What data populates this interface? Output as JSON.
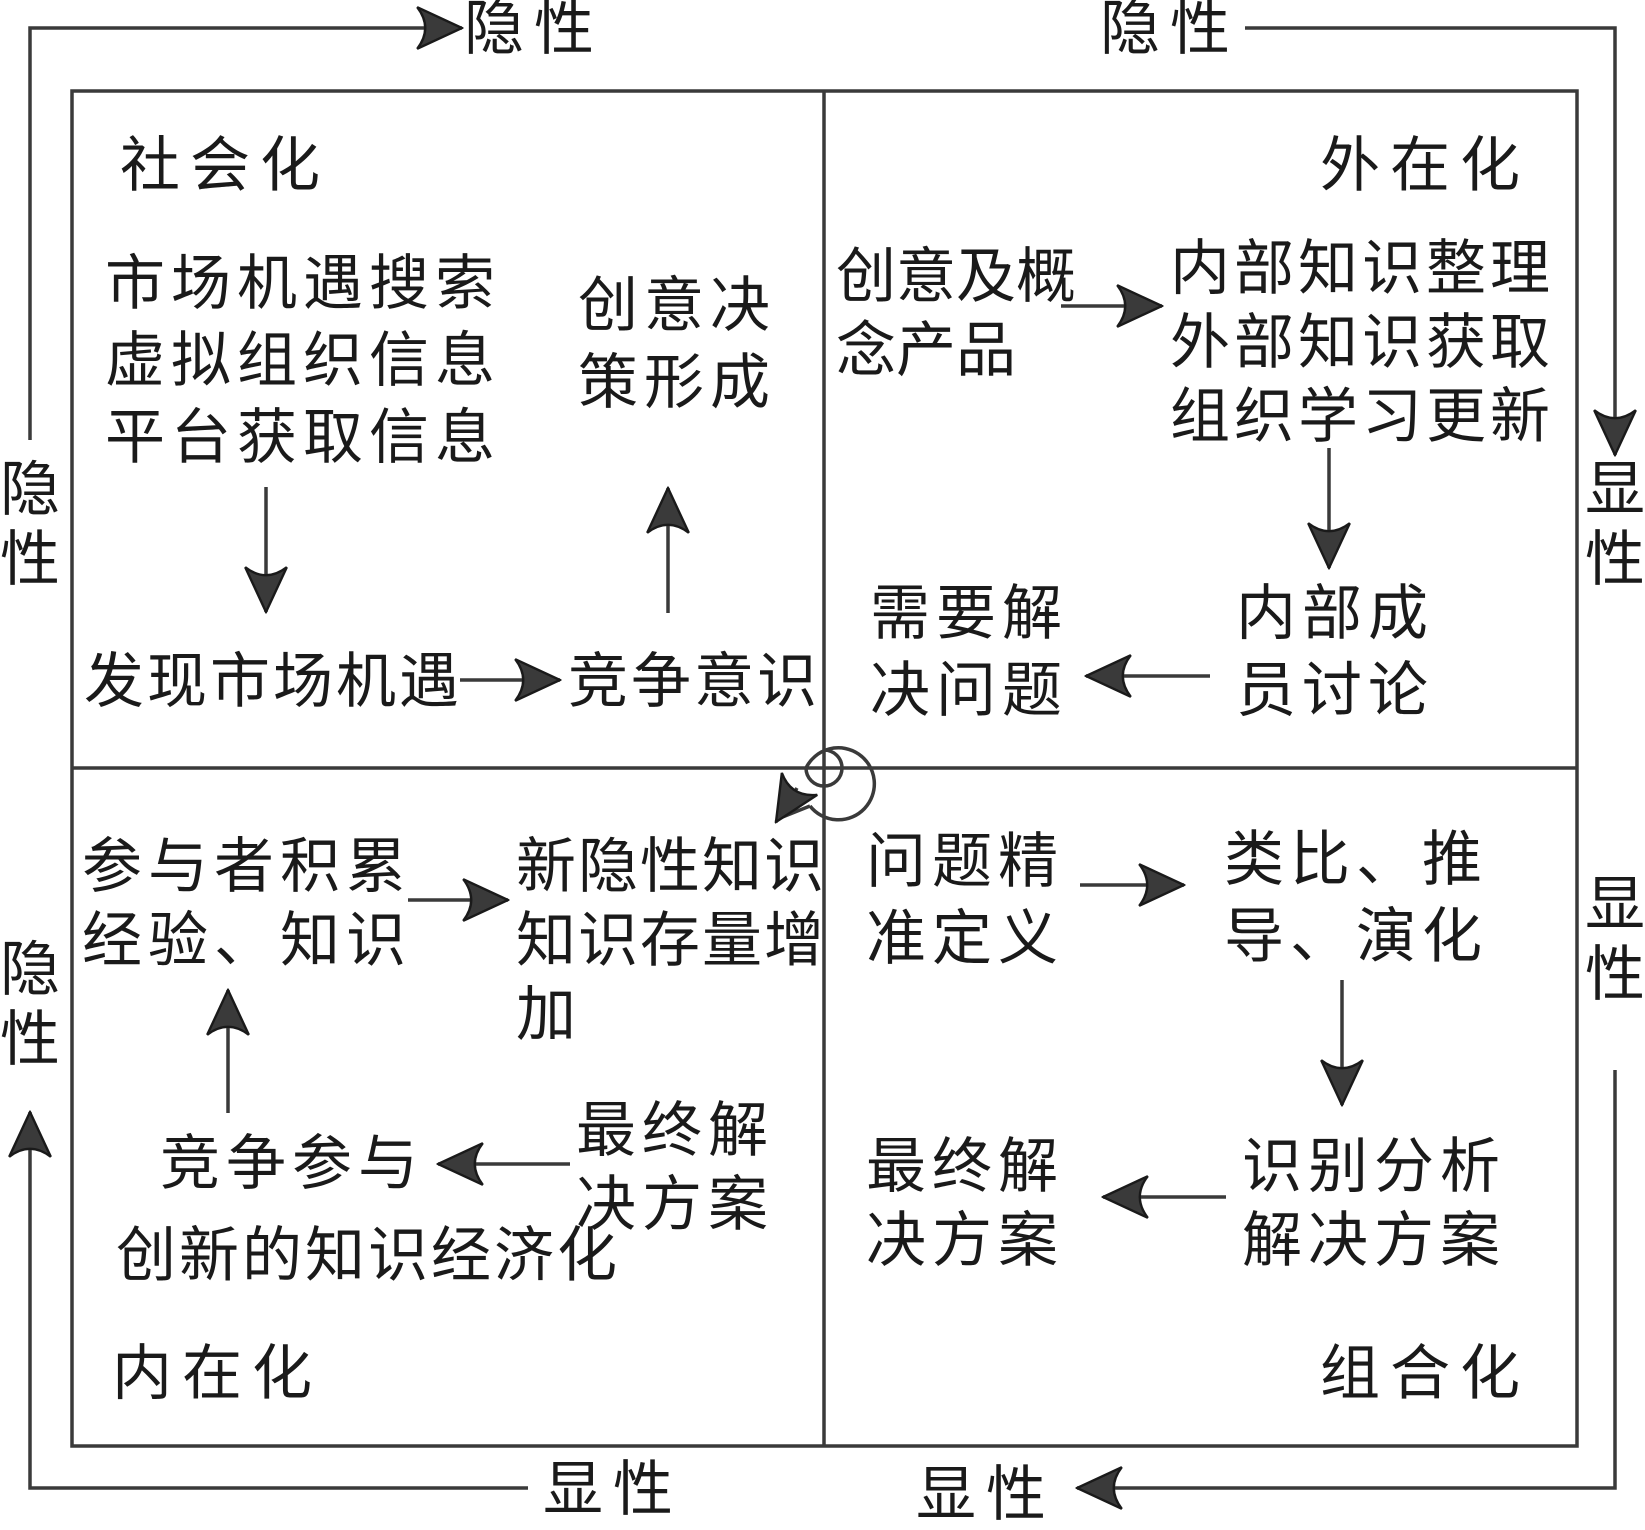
{
  "colors": {
    "line": "#3a3a3a",
    "arrow_fill": "#3a3a3a",
    "background": "#ffffff"
  },
  "edge_labels": {
    "top_left": "隐性",
    "top_right": "隐性",
    "right_top": "显\n性",
    "right_bottom": "显\n性",
    "bottom_left": "显性",
    "bottom_right": "显性",
    "left_top": "隐\n性",
    "left_bottom": "隐\n性"
  },
  "quadrants": {
    "socialization": {
      "title": "社会化",
      "search": "市场机遇搜索\n虚拟组织信息\n平台获取信息",
      "discover": "发现市场机遇",
      "awareness": "竞争意识",
      "decision": "创意决\n策形成"
    },
    "externalization": {
      "title": "外在化",
      "concept": "创意及概\n念产品",
      "knowledge": "内部知识整理\n外部知识获取\n组织学习更新",
      "discussion": "内部成\n员讨论",
      "problem": "需要解\n决问题"
    },
    "combination": {
      "title": "组合化",
      "define": "问题精\n准定义",
      "analogy": "类比、推\n导、演化",
      "identify": "识别分析\n解决方案",
      "final": "最终解\n决方案"
    },
    "internalization": {
      "title": "内在化",
      "accumulate": "参与者积累\n经验、知识",
      "new_knowledge": "新隐性知识\n知识存量增\n加",
      "final": "最终解\n决方案",
      "participate": "竞争参与",
      "economize": "创新的知识经济化"
    }
  }
}
